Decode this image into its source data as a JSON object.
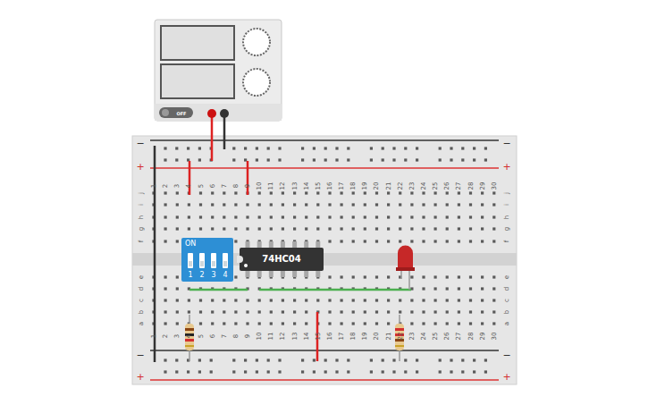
{
  "diagram": {
    "nodes": [
      {
        "text": [
          "ON",
          "1",
          "2",
          "3",
          "4"
        ]
      },
      {
        "text": [
          "74HC04"
        ]
      }
    ],
    "labels": [
      "1",
      "2",
      "3",
      "4",
      "5",
      "6",
      "7",
      "8",
      "9",
      "10",
      "11",
      "12",
      "13",
      "14",
      "15",
      "16",
      "17",
      "18",
      "19",
      "20",
      "21",
      "22",
      "23",
      "24",
      "25",
      "26",
      "27",
      "28",
      "29",
      "30",
      "1",
      "2",
      "3",
      "4",
      "5",
      "6",
      "7",
      "8",
      "9",
      "10",
      "11",
      "12",
      "13",
      "14",
      "15",
      "16",
      "17",
      "18",
      "19",
      "20",
      "21",
      "22",
      "23",
      "24",
      "25",
      "26",
      "27",
      "28",
      "29",
      "30",
      "j",
      "i",
      "h",
      "g",
      "f",
      "e",
      "d",
      "c",
      "b",
      "a",
      "j",
      "i",
      "h",
      "g",
      "f",
      "e",
      "d",
      "c",
      "b",
      "a",
      "−",
      "−",
      "+",
      "+",
      "−",
      "−",
      "+",
      "+",
      "OFF"
    ]
  }
}
